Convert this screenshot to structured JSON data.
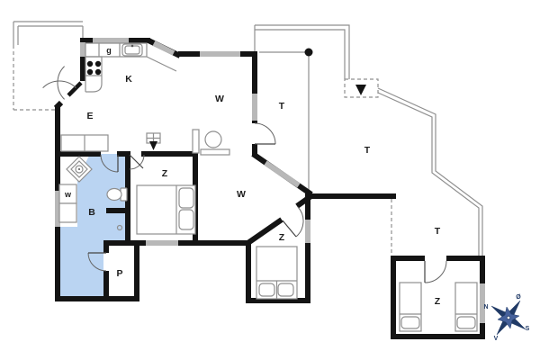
{
  "floorplan": {
    "labels": {
      "kitchen": "K",
      "entry": "E",
      "living_room": "W",
      "terrace": "T",
      "bedroom": "Z",
      "bathroom": "B",
      "small_room": "P",
      "appliance_g": "g",
      "washing_machine": "w"
    },
    "compass": {
      "north": "N",
      "east": "Ø",
      "south": "S",
      "west": "V"
    },
    "colors": {
      "background": "#ffffff",
      "wall_color": "#141414",
      "window_color": "#b8b8b8",
      "bathroom_color": "#bad4f2",
      "line_color": "#8f8f8f",
      "compass_dark": "#203a66",
      "compass_light": "#46619b",
      "text_color": "#1c1c1c"
    }
  }
}
